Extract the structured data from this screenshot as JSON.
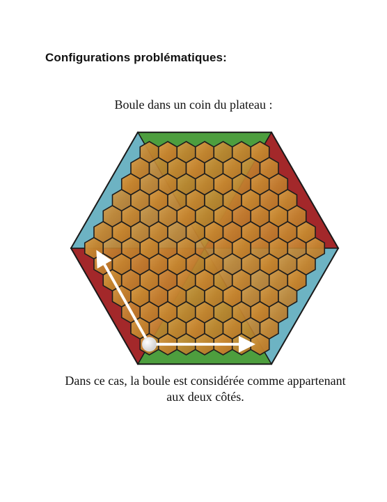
{
  "document": {
    "section_title": "Configurations problématiques:",
    "caption": "Boule dans un coin du plateau :",
    "footer_line1": "Dans ce cas, la boule est considérée comme appartenant",
    "footer_line2": "aux deux côtés."
  },
  "board": {
    "type": "hex-hex game board",
    "side_cells": 7,
    "cell_color": "#c88a3a",
    "edge_colors": [
      "#4d9e3e",
      "#a3282a",
      "#6db3c3",
      "#4d9e3e",
      "#a3282a",
      "#6db3c3"
    ],
    "ball_color": "#f2f2f2",
    "arrow_color": "#ffffff",
    "ball_position": "bottom-left corner cell",
    "arrow_directions": [
      "up-left edge",
      "bottom edge"
    ]
  }
}
